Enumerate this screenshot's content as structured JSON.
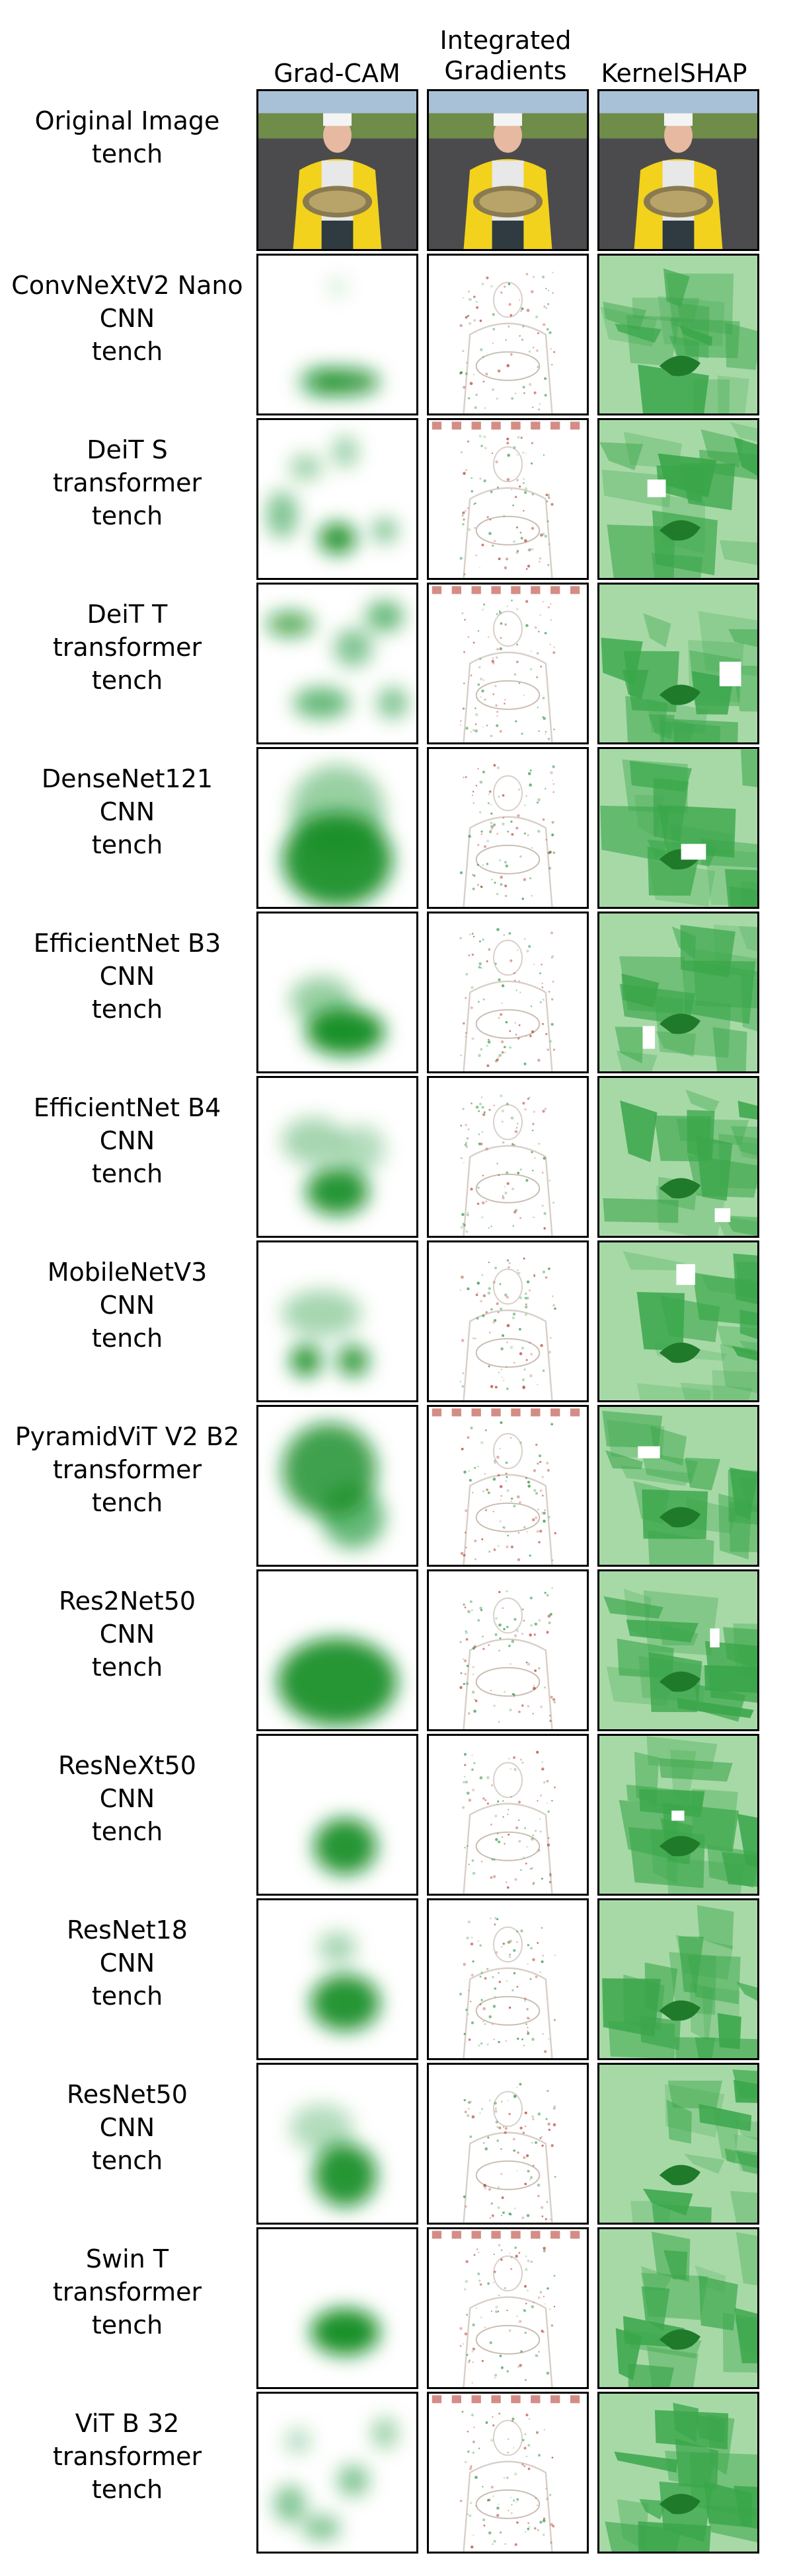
{
  "columns": [
    "Grad-CAM",
    "Integrated\nGradients",
    "KernelSHAP"
  ],
  "column_labels": {
    "gradcam": "Grad-CAM",
    "ig_line1": "Integrated",
    "ig_line2": "Gradients",
    "kshap": "KernelSHAP"
  },
  "original": {
    "line1": "Original Image",
    "line2": "tench"
  },
  "rows": [
    {
      "model": "ConvNeXtV2 Nano",
      "family": "CNN",
      "class": "tench"
    },
    {
      "model": "DeiT S",
      "family": "transformer",
      "class": "tench"
    },
    {
      "model": "DeiT T",
      "family": "transformer",
      "class": "tench"
    },
    {
      "model": "DenseNet121",
      "family": "CNN",
      "class": "tench"
    },
    {
      "model": "EfficientNet B3",
      "family": "CNN",
      "class": "tench"
    },
    {
      "model": "EfficientNet B4",
      "family": "CNN",
      "class": "tench"
    },
    {
      "model": "MobileNetV3",
      "family": "CNN",
      "class": "tench"
    },
    {
      "model": "PyramidViT V2 B2",
      "family": "transformer",
      "class": "tench"
    },
    {
      "model": "Res2Net50",
      "family": "CNN",
      "class": "tench"
    },
    {
      "model": "ResNeXt50",
      "family": "CNN",
      "class": "tench"
    },
    {
      "model": "ResNet18",
      "family": "CNN",
      "class": "tench"
    },
    {
      "model": "ResNet50",
      "family": "CNN",
      "class": "tench"
    },
    {
      "model": "Swin T",
      "family": "transformer",
      "class": "tench"
    },
    {
      "model": "ViT B 32",
      "family": "transformer",
      "class": "tench"
    }
  ],
  "colors": {
    "heat": "#0a8a1e",
    "ig_red": "#b03020",
    "ig_green": "#1c8a30",
    "shap": "#3aa64a"
  }
}
